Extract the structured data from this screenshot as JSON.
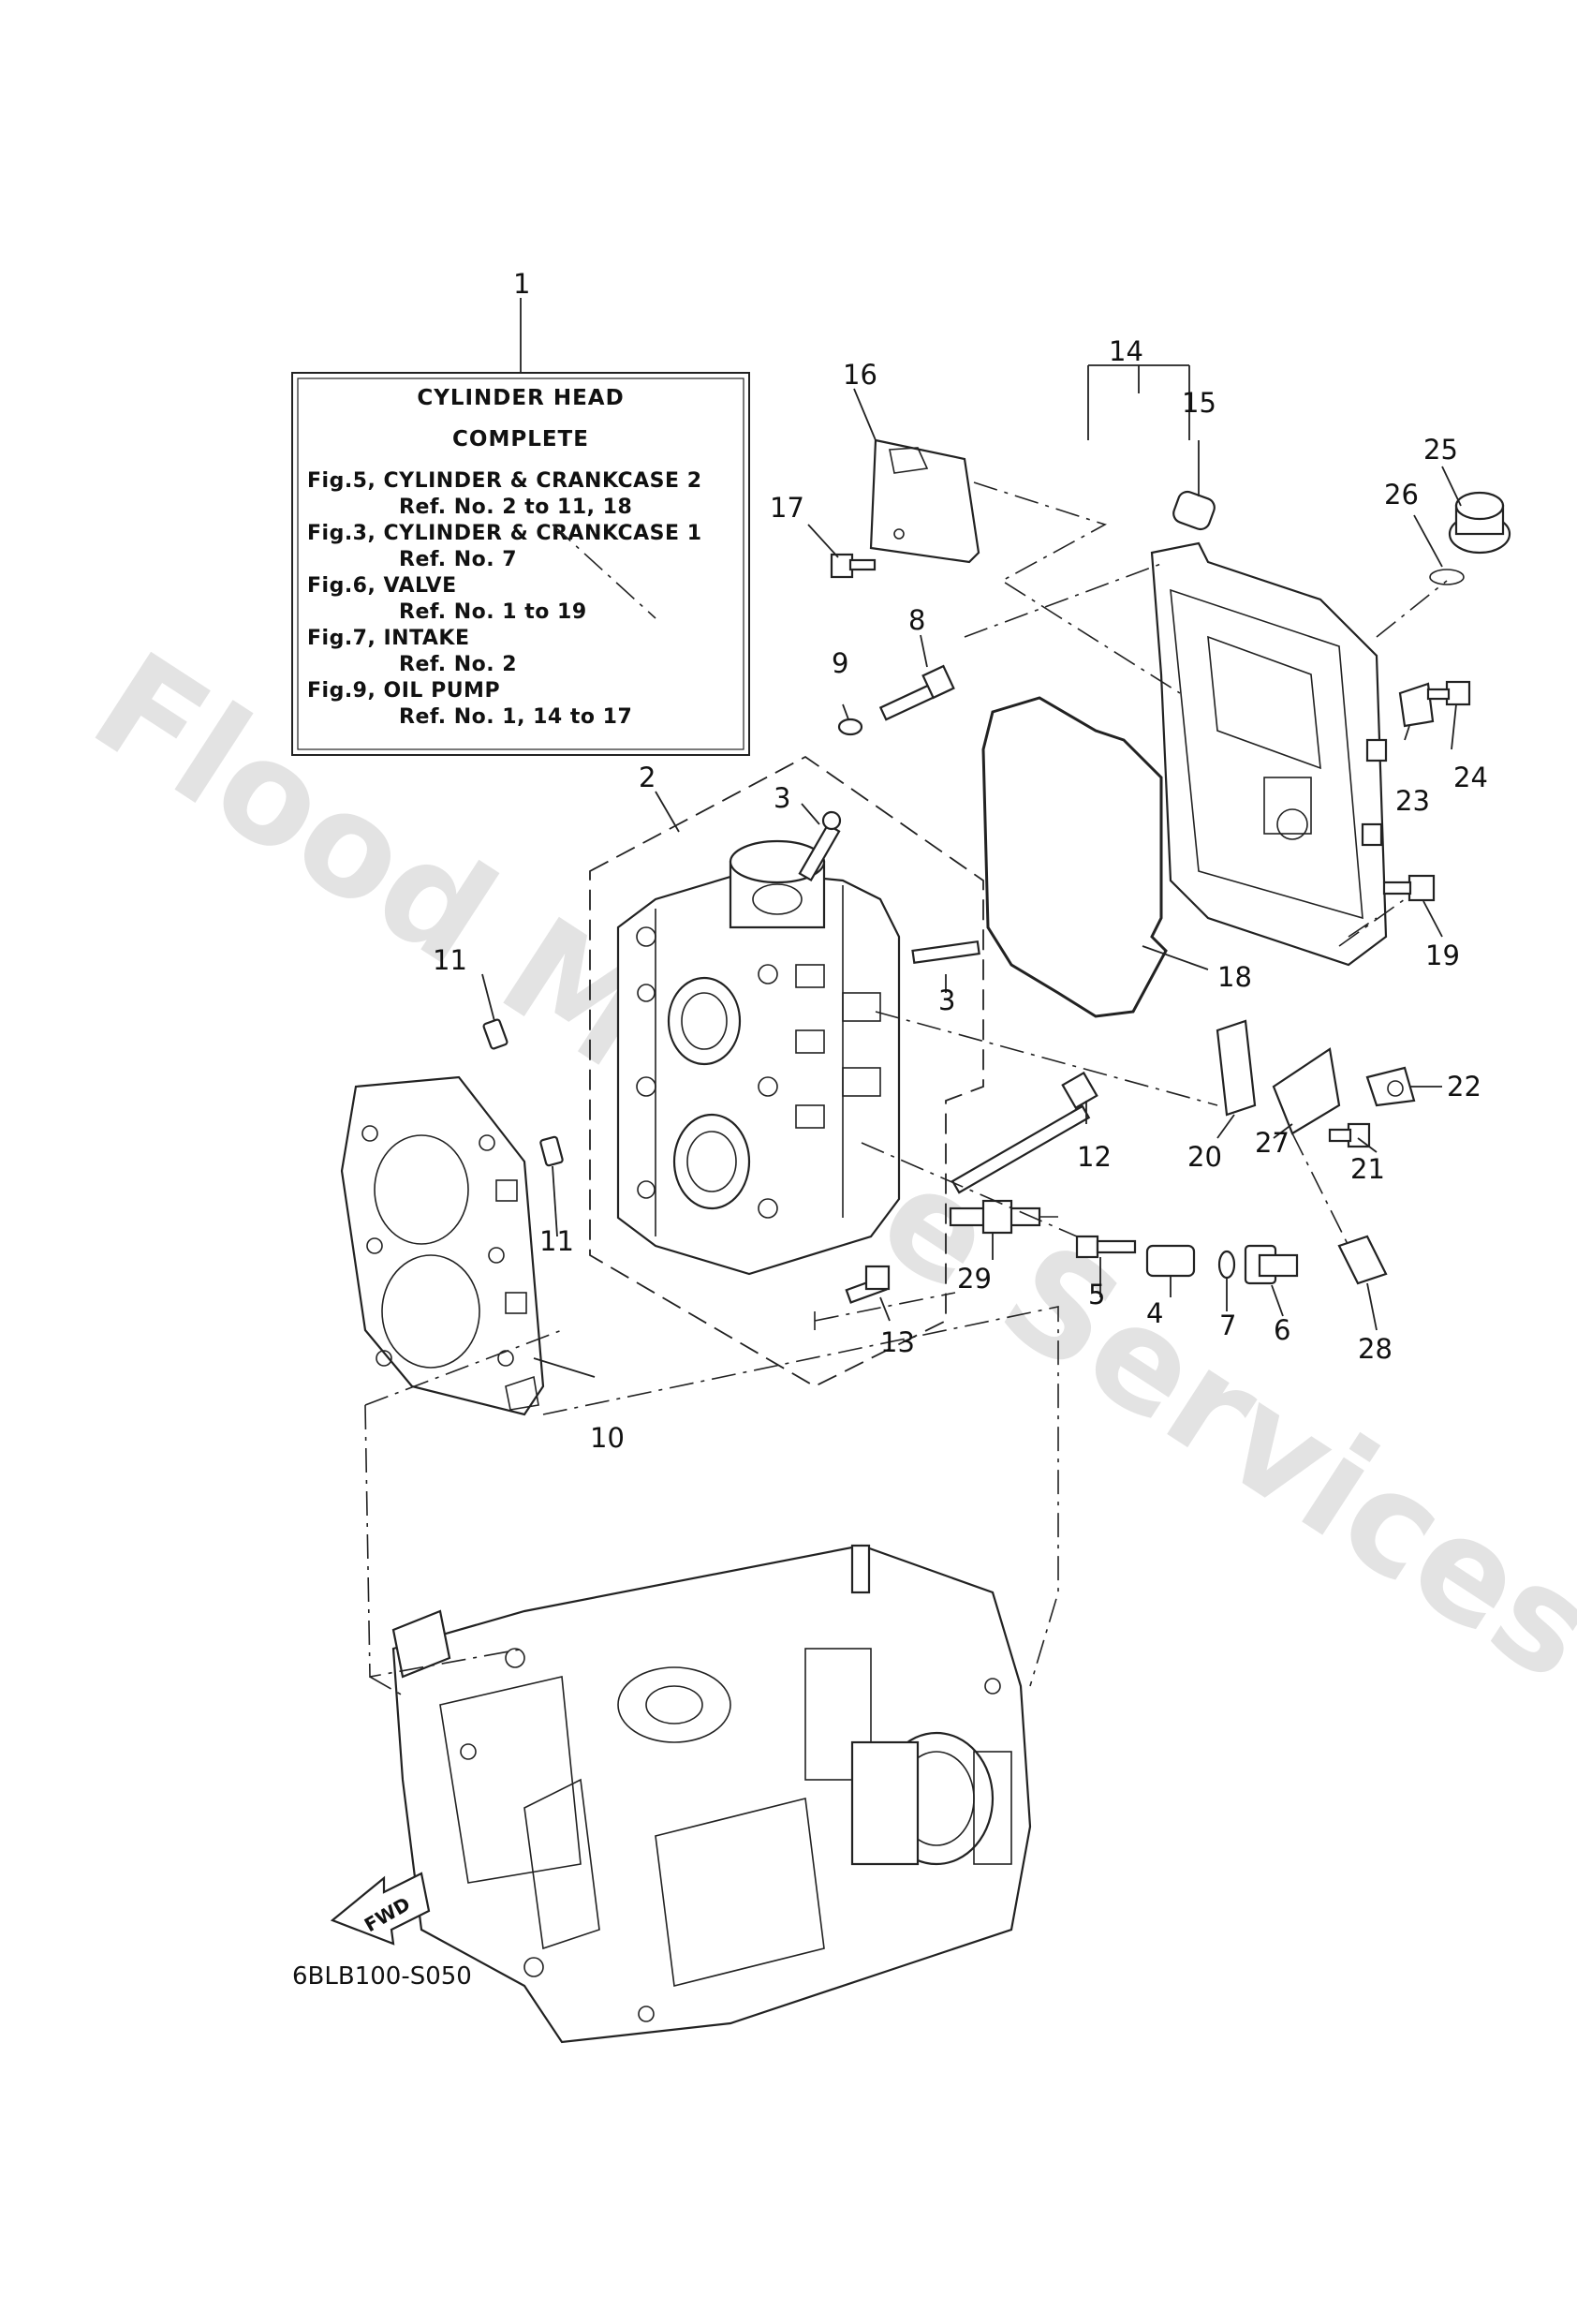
{
  "watermark": "Flood Marine Services",
  "info_box": {
    "title_line1": "CYLINDER HEAD",
    "title_line2": "COMPLETE",
    "lines": [
      "Fig.5, CYLINDER & CRANKCASE 2",
      "Ref. No. 2 to 11, 18",
      "Fig.3, CYLINDER & CRANKCASE 1",
      "Ref. No. 7",
      "Fig.6, VALVE",
      "Ref. No. 1 to 19",
      "Fig.7, INTAKE",
      "Ref. No. 2",
      "Fig.9, OIL PUMP",
      "Ref. No. 1, 14 to 17"
    ]
  },
  "callouts": {
    "c1": "1",
    "c2": "2",
    "c3a": "3",
    "c3b": "3",
    "c4": "4",
    "c5": "5",
    "c6": "6",
    "c7": "7",
    "c8": "8",
    "c9": "9",
    "c10": "10",
    "c11a": "11",
    "c11b": "11",
    "c12": "12",
    "c13": "13",
    "c14": "14",
    "c15": "15",
    "c16": "16",
    "c17": "17",
    "c18": "18",
    "c19": "19",
    "c20": "20",
    "c21": "21",
    "c22": "22",
    "c23": "23",
    "c24": "24",
    "c25": "25",
    "c26": "26",
    "c27": "27",
    "c28": "28",
    "c29": "29"
  },
  "fwd_label": "FWD",
  "diagram_code": "6BLB100-S050"
}
